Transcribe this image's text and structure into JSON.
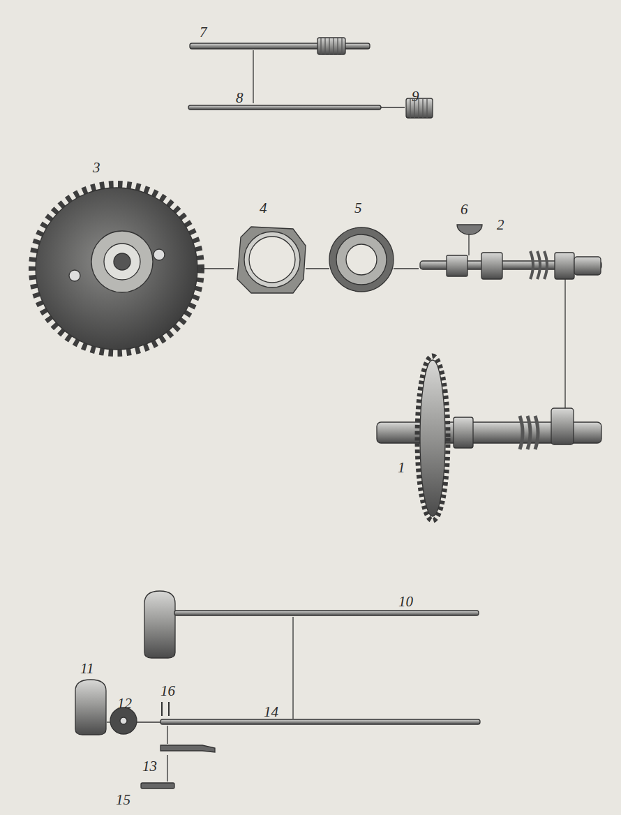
{
  "diagram": {
    "labels": [
      "7",
      "8",
      "9",
      "3",
      "4",
      "5",
      "6",
      "2",
      "1",
      "10",
      "11",
      "16",
      "12",
      "14",
      "13",
      "15"
    ]
  }
}
